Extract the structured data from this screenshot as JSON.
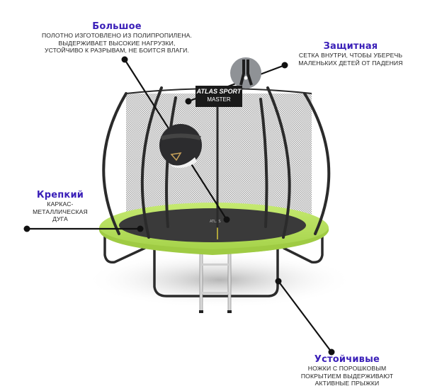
{
  "brand_label": {
    "line1": "ATLAS SPORT",
    "line2": "MASTER"
  },
  "callouts": [
    {
      "id": "large",
      "title": "Большое",
      "lines": [
        "полотно изготовлено из полипропилена.",
        "Выдерживает высокие нагрузки,",
        "устойчиво к разрывам, не боится влаги."
      ]
    },
    {
      "id": "protective",
      "title": "Защитная",
      "lines": [
        "Сетка внутри, чтобы уберечь",
        "маленьких детей от падения"
      ]
    },
    {
      "id": "strong",
      "title": "Крепкий",
      "lines": [
        "Каркас-",
        "металлическая",
        "дуга"
      ]
    },
    {
      "id": "stable",
      "title": "Устойчивые",
      "lines": [
        "ножки с порошковым",
        "покрытием выдерживают",
        "активные прыжки"
      ]
    }
  ],
  "colors": {
    "title_accent": "#3a1fb8",
    "pad_green": "#b5e05a",
    "frame_dark": "#2b2b2b",
    "mat": "#3a3a3a",
    "net": "#cfcfcf"
  }
}
